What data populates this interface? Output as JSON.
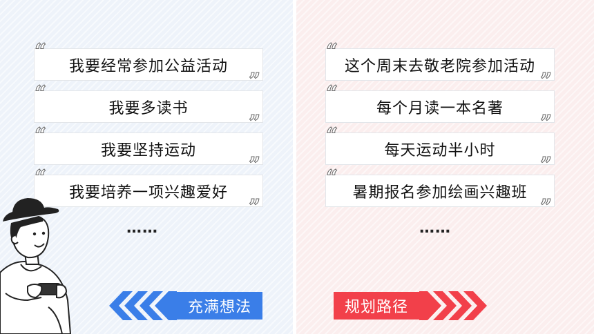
{
  "left": {
    "items": [
      "我要经常参加公益活动",
      "我要多读书",
      "我要坚持运动",
      "我要培养一项兴趣爱好"
    ],
    "ellipsis": "……",
    "badge_label": "充满想法",
    "badge_color": "#3a7ee8"
  },
  "right": {
    "items": [
      "这个周末去敬老院参加活动",
      "每个月读一本名著",
      "每天运动半小时",
      "暑期报名参加绘画兴趣班"
    ],
    "ellipsis": "……",
    "badge_label": "规划路径",
    "badge_color": "#f2404a"
  },
  "quote_open": "“",
  "quote_close": "”"
}
